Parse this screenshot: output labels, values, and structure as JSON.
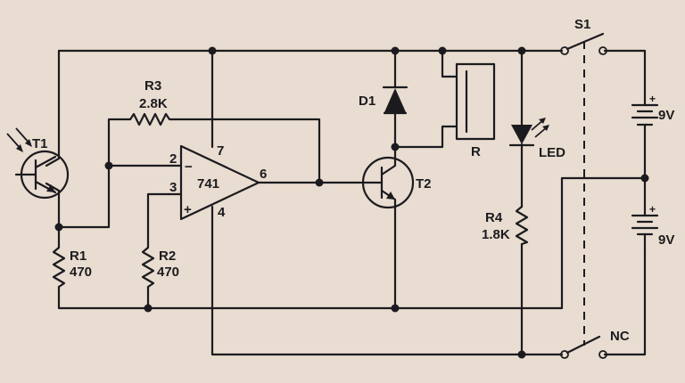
{
  "components": {
    "t1": {
      "label": "T1"
    },
    "t2": {
      "label": "T2"
    },
    "r1": {
      "label": "R1",
      "value": "470"
    },
    "r2": {
      "label": "R2",
      "value": "470"
    },
    "r3": {
      "label": "R3",
      "value": "2.8K"
    },
    "r4": {
      "label": "R4",
      "value": "1.8K"
    },
    "d1": {
      "label": "D1"
    },
    "relay": {
      "label": "R"
    },
    "led": {
      "label": "LED"
    },
    "opamp": {
      "label": "741",
      "pins": {
        "inv": "2",
        "noninv": "3",
        "out": "6",
        "vplus": "7",
        "vminus": "4",
        "inv_sign": "−",
        "noninv_sign": "+"
      }
    },
    "switch_s1": {
      "label": "S1"
    },
    "switch_nc": {
      "label": "NC"
    },
    "battery_top": {
      "label": "9V",
      "polarity": "+"
    },
    "battery_bottom": {
      "label": "9V",
      "polarity": "+"
    }
  }
}
